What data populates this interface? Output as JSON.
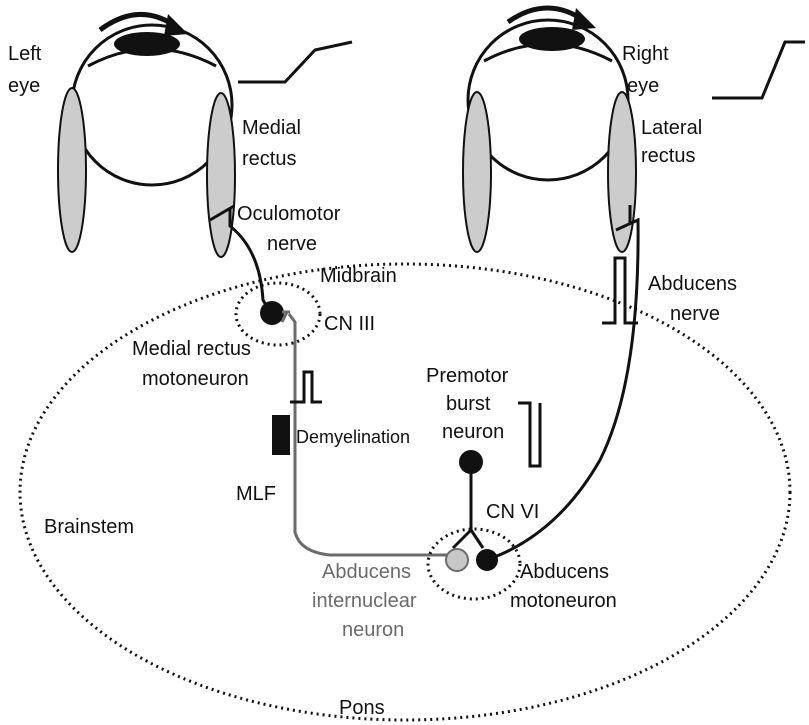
{
  "colors": {
    "ink": "#111111",
    "muscle": "#cccccc",
    "gray_pathway": "#6b6b6b",
    "internuclear_fill": "#c8c8c8"
  },
  "labels": {
    "left_eye_1": "Left",
    "left_eye_2": "eye",
    "right_eye_1": "Right",
    "right_eye_2": "eye",
    "medial_rectus_1": "Medial",
    "medial_rectus_2": "rectus",
    "lateral_rectus_1": "Lateral",
    "lateral_rectus_2": "rectus",
    "oculomotor_1": "Oculomotor",
    "oculomotor_2": "nerve",
    "midbrain": "Midbrain",
    "cn3": "CN III",
    "mr_motoneuron_1": "Medial rectus",
    "mr_motoneuron_2": "motoneuron",
    "abducens_nerve_1": "Abducens",
    "abducens_nerve_2": "nerve",
    "premotor_1": "Premotor",
    "premotor_2": "burst",
    "premotor_3": "neuron",
    "demyelination": "Demyelination",
    "mlf": "MLF",
    "cn6": "CN VI",
    "brainstem": "Brainstem",
    "abd_internuclear_1": "Abducens",
    "abd_internuclear_2": "internuclear",
    "abd_internuclear_3": "neuron",
    "abd_motoneuron_1": "Abducens",
    "abd_motoneuron_2": "motoneuron",
    "pons": "Pons"
  }
}
